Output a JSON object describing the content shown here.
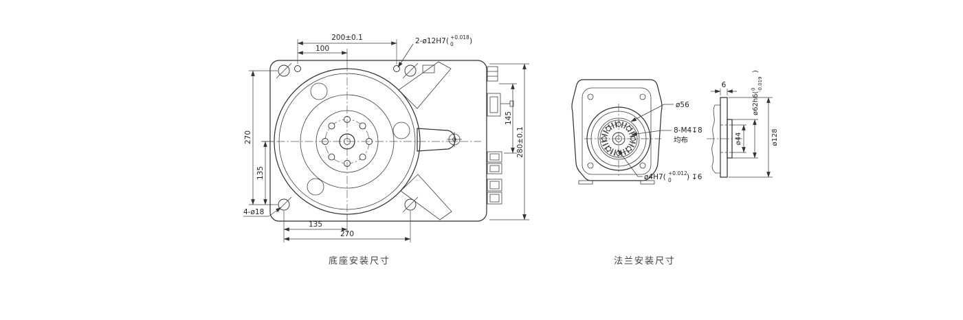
{
  "drawing": {
    "base_view": {
      "caption": "底座安装尺寸",
      "dim_top_width": "200±0.1",
      "dim_top_half": "100",
      "dowel_callout": {
        "prefix": "2-ø12H7(",
        "upper": "+0.018",
        "lower": "0",
        "suffix": ")"
      },
      "dim_left_height": "270",
      "dim_left_half": "135",
      "dim_right_pin": "145",
      "dim_right_height": "280±0.1",
      "dim_bottom_half": "135",
      "dim_bottom_width": "270",
      "corner_hole_callout": "4-ø18"
    },
    "flange_view": {
      "caption": "法兰安装尺寸",
      "dim_circle": "ø56",
      "tapped_callout_line1": "8-M4↧8",
      "tapped_callout_line2": "均布",
      "pin_callout": {
        "prefix": "ø4H7(",
        "upper": "+0.012",
        "lower": "0",
        "suffix": ")",
        "depth": "↧6"
      },
      "dim_thickness": "6",
      "boss_callout": {
        "prefix": "ø62h6(",
        "upper": "0",
        "lower": "-0.019",
        "suffix": ")"
      },
      "dim_recess": "ø44",
      "dim_flange": "ø128"
    }
  }
}
